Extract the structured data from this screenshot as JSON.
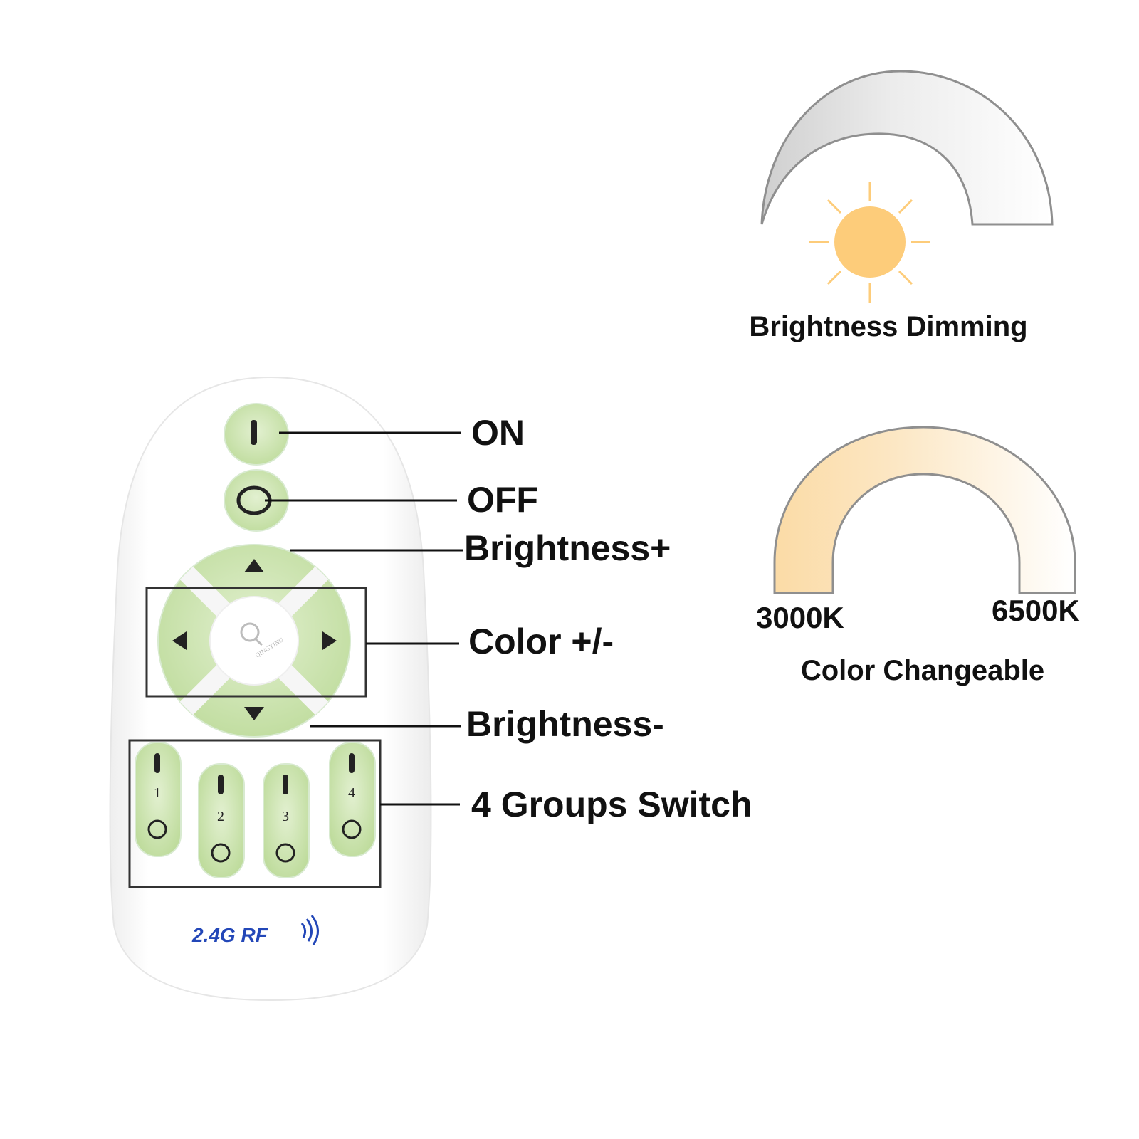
{
  "callouts": {
    "on": "ON",
    "off": "OFF",
    "brightness_up": "Brightness+",
    "color": "Color +/-",
    "brightness_down": "Brightness-",
    "groups": "4 Groups Switch"
  },
  "remote": {
    "logo_text": "QINGYING",
    "rf_label": "2.4G RF",
    "group_numbers": [
      "1",
      "2",
      "3",
      "4"
    ],
    "button_color": "#cfe7b4",
    "icons": [
      "on-icon",
      "off-icon",
      "arrow-up-icon",
      "arrow-down-icon",
      "arrow-left-icon",
      "arrow-right-icon",
      "wireless-signal-icon"
    ]
  },
  "dimming_panel": {
    "title": "Brightness Dimming",
    "icons": [
      "sun-icon"
    ],
    "sun_color": "#fdcc7a"
  },
  "color_panel": {
    "title": "Color Changeable",
    "warm_label": "3000K",
    "cool_label": "6500K",
    "warm_color": "#fbdba6",
    "cool_color": "#ffffff"
  }
}
